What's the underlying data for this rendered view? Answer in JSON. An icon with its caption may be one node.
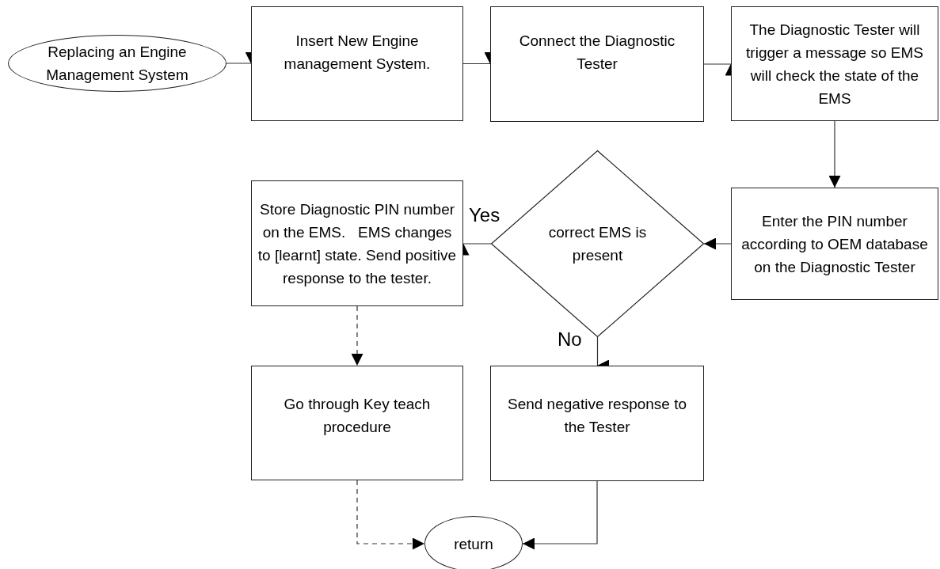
{
  "diagram": {
    "nodes": [
      {
        "text": [
          "Replacing an Engine Management System"
        ]
      },
      {
        "text": [
          "Insert New Engine management System."
        ]
      },
      {
        "text": [
          "Connect the Diagnostic Tester"
        ]
      },
      {
        "text": [
          "The Diagnostic Tester will trigger a message so EMS will check the state of the EMS"
        ]
      },
      {
        "text": [
          "Enter the PIN number according to OEM database on the Diagnostic Tester"
        ]
      },
      {
        "text": [
          "correct EMS is present"
        ]
      },
      {
        "text": [
          "Store Diagnostic PIN number on the EMS.   EMS changes  to [learnt] state. Send positive response to the tester."
        ]
      },
      {
        "text": [
          "Go through Key teach procedure"
        ]
      },
      {
        "text": [
          "Send negative response to the Tester"
        ]
      },
      {
        "text": [
          "return"
        ]
      }
    ],
    "edges": [
      {
        "from": 0,
        "to": 1,
        "arrow": "to"
      },
      {
        "from": 1,
        "to": 2,
        "arrow": "to"
      },
      {
        "from": 2,
        "to": 3,
        "arrow": "to"
      },
      {
        "from": 3,
        "to": 4,
        "arrow": "to"
      },
      {
        "from": 4,
        "to": 5,
        "arrow": "to"
      },
      {
        "from": 5,
        "to": 6,
        "arrow": "to",
        "label": "Yes"
      },
      {
        "from": 5,
        "to": 8,
        "arrow": "to",
        "label": "No"
      },
      {
        "from": 6,
        "to": 7,
        "arrow": "to",
        "style": "dashed"
      },
      {
        "from": 7,
        "to": 9,
        "arrow": "to",
        "style": "dashed"
      },
      {
        "from": 8,
        "to": 9,
        "arrow": "to"
      }
    ]
  }
}
